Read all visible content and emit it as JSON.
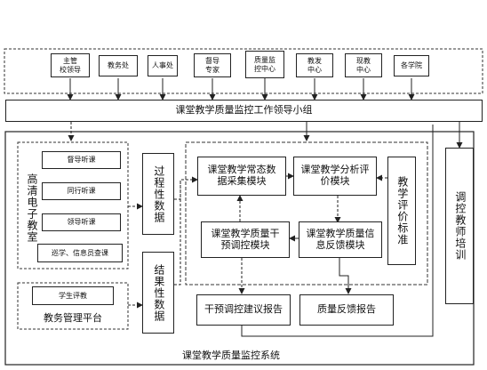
{
  "top_units": [
    "主管\n校领导",
    "教务处",
    "人事处",
    "督导\n专家",
    "质量监\n控中心",
    "教发\n中心",
    "现教\n中心",
    "各学院"
  ],
  "leadership_group": "课堂教学质量监控工作领导小组",
  "classroom_panel": {
    "title": "高清电子教室",
    "items": [
      "督导听课",
      "同行听课",
      "领导听课",
      "巡学、信息员查课"
    ]
  },
  "edu_platform": {
    "title": "教务管理平台",
    "item": "学生评教"
  },
  "process_data": "过程性数据",
  "result_data": "结果性数据",
  "modules": {
    "collect": "课堂教学常态数据采集模块",
    "analyze": "课堂教学分析评价模块",
    "intervene": "课堂教学质量干预调控模块",
    "feedback": "课堂教学质量信息反馈模块"
  },
  "standard": "教学评价标准",
  "reports": {
    "intervene": "干预调控建议报告",
    "feedback": "质量反馈报告"
  },
  "training": "调控教师培训",
  "system_label": "课堂教学质量监控系统"
}
